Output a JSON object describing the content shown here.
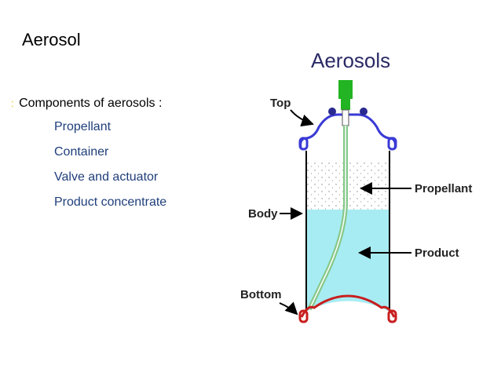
{
  "slide": {
    "title": "Aerosol",
    "bullet_marker": ":",
    "bullet_text": "Components of aerosols :",
    "sub_items": [
      "Propellant",
      "Container",
      "Valve and actuator",
      "Product concentrate"
    ]
  },
  "diagram": {
    "title": "Aerosols",
    "labels": {
      "top": "Top",
      "body": "Body",
      "bottom": "Bottom",
      "propellant": "Propellant",
      "product": "Product"
    },
    "colors": {
      "title": "#2a2a66",
      "actuator": "#22b422",
      "top_cap": "#3a3ad6",
      "bottom_cap": "#c81e1e",
      "product": "#a8ecf3",
      "tube": "#86c98a",
      "marker": "#f2b60f",
      "sub_text": "#1f3e7a"
    }
  }
}
